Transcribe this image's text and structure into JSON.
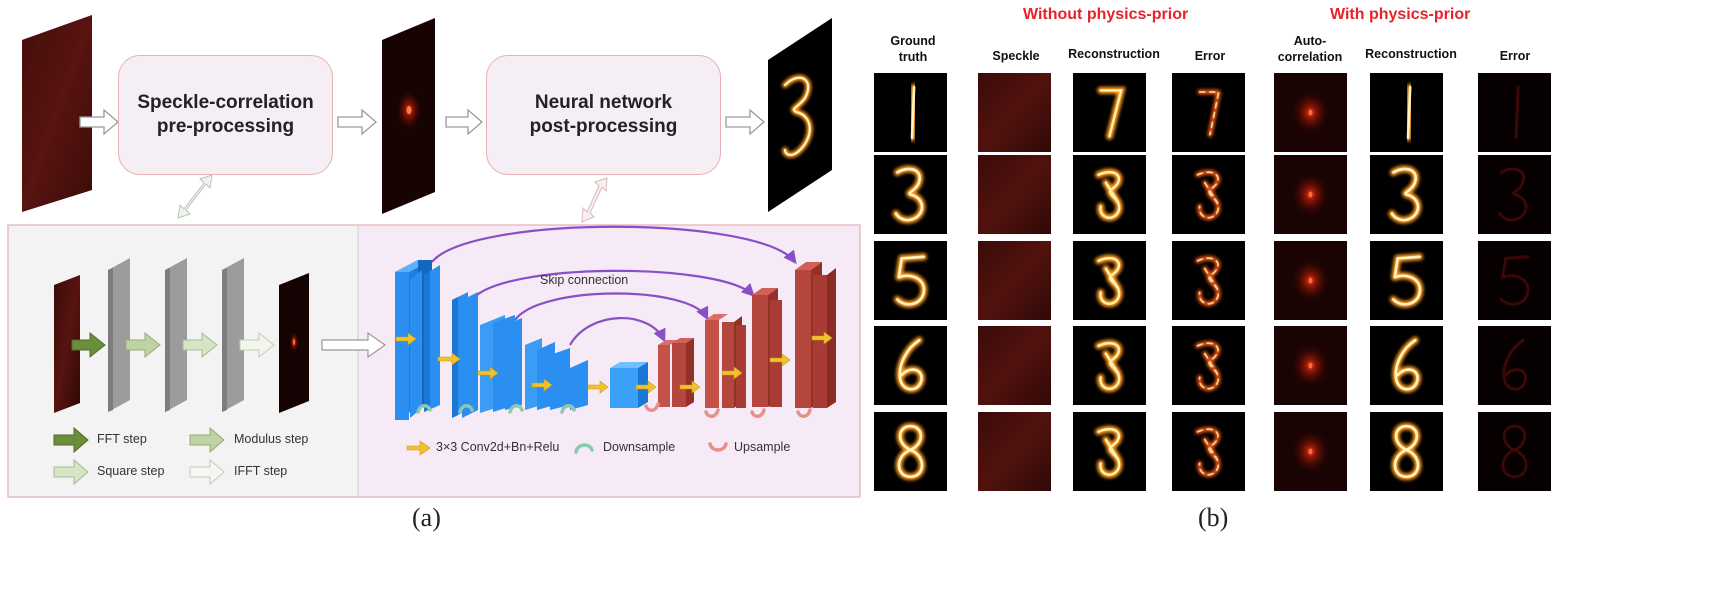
{
  "panel_a": {
    "box1_line1": "Speckle-correlation",
    "box1_line2": "pre-processing",
    "box2_line1": "Neural network",
    "box2_line2": "post-processing",
    "skip_label": "Skip connection",
    "legend_left": {
      "fft": "FFT step",
      "modulus": "Modulus step",
      "square": "Square step",
      "ifft": "IFFT step"
    },
    "legend_right": {
      "conv": "3×3 Conv2d+Bn+Relu",
      "down": "Downsample",
      "up": "Upsample"
    },
    "caption": "(a)"
  },
  "panel_b": {
    "group_without": "Without physics-prior",
    "group_with": "With physics-prior",
    "columns": {
      "ground_truth_1": "Ground",
      "ground_truth_2": "truth",
      "speckle": "Speckle",
      "recon_without": "Reconstruction",
      "error_without": "Error",
      "autocorr_1": "Auto-",
      "autocorr_2": "correlation",
      "recon_with": "Reconstruction",
      "error_with": "Error"
    },
    "digits": [
      "1",
      "3",
      "5",
      "6",
      "8"
    ],
    "caption": "(b)"
  },
  "colors": {
    "accent_red": "#e8222a",
    "encoder_blue": "#2a8ff0",
    "decoder_red": "#b5463d",
    "skip_purple": "#8a4fc8",
    "conv_arrow": "#f2c12e"
  }
}
